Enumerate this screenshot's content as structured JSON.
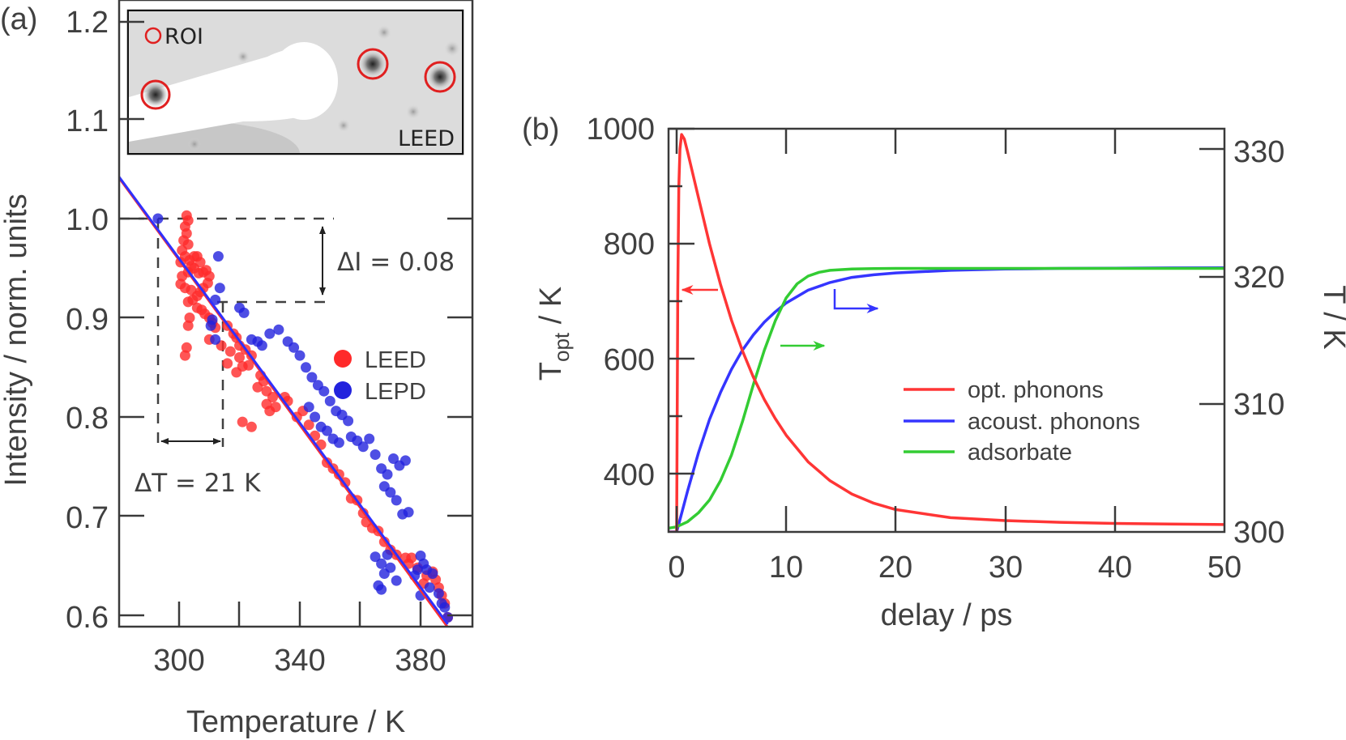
{
  "chart_data": [
    {
      "panel": "(a)",
      "type": "scatter",
      "title": "",
      "xlabel": "Temperature / K",
      "ylabel": "Intensity / norm. units",
      "xlim": [
        277,
        389
      ],
      "ylim": [
        0.588,
        1.22
      ],
      "xticks": [
        300,
        340,
        380
      ],
      "xticks_minor": [
        320,
        360
      ],
      "yticks": [
        0.6,
        0.7,
        0.8,
        0.9,
        1.0,
        1.1,
        1.2
      ],
      "ytick_labels": [
        "0.6",
        "0.7",
        "0.8",
        "0.9",
        "1.0",
        "1.1",
        "1.2"
      ],
      "grid": false,
      "legend_position": "right-middle",
      "series": [
        {
          "name": "LEED",
          "kind": "scatter",
          "color": "#ff2a2a",
          "points": [
            [
              302.5,
              1.003
            ],
            [
              303,
              0.998
            ],
            [
              302,
              0.992
            ],
            [
              302.5,
              0.985
            ],
            [
              301.5,
              0.978
            ],
            [
              303,
              0.974
            ],
            [
              301,
              0.968
            ],
            [
              302,
              0.962
            ],
            [
              303.5,
              0.958
            ],
            [
              300.5,
              0.956
            ],
            [
              304,
              0.952
            ],
            [
              305,
              0.962
            ],
            [
              306,
              0.962
            ],
            [
              307,
              0.956
            ],
            [
              305,
              0.95
            ],
            [
              303,
              0.946
            ],
            [
              301,
              0.942
            ],
            [
              306.5,
              0.945
            ],
            [
              308,
              0.946
            ],
            [
              309,
              0.948
            ],
            [
              310,
              0.942
            ],
            [
              309.5,
              0.935
            ],
            [
              308,
              0.93
            ],
            [
              307,
              0.926
            ],
            [
              306,
              0.922
            ],
            [
              304,
              0.928
            ],
            [
              302,
              0.93
            ],
            [
              300.5,
              0.934
            ],
            [
              303,
              0.916
            ],
            [
              304.5,
              0.918
            ],
            [
              306,
              0.91
            ],
            [
              307.5,
              0.908
            ],
            [
              308.5,
              0.904
            ],
            [
              310,
              0.9
            ],
            [
              311,
              0.895
            ],
            [
              312,
              0.89
            ],
            [
              303.5,
              0.9
            ],
            [
              303,
              0.892
            ],
            [
              302.5,
              0.87
            ],
            [
              302,
              0.862
            ],
            [
              314,
              0.872
            ],
            [
              316,
              0.892
            ],
            [
              318,
              0.884
            ],
            [
              319,
              0.88
            ],
            [
              320,
              0.872
            ],
            [
              322,
              0.868
            ],
            [
              317,
              0.866
            ],
            [
              316,
              0.854
            ],
            [
              320,
              0.86
            ],
            [
              321,
              0.851
            ],
            [
              323,
              0.852
            ],
            [
              319,
              0.845
            ],
            [
              324,
              0.862
            ],
            [
              327,
              0.842
            ],
            [
              328,
              0.836
            ],
            [
              326,
              0.83
            ],
            [
              329,
              0.826
            ],
            [
              331,
              0.82
            ],
            [
              329,
              0.813
            ],
            [
              330,
              0.806
            ],
            [
              332,
              0.81
            ],
            [
              335,
              0.82
            ],
            [
              336,
              0.816
            ],
            [
              339,
              0.8
            ],
            [
              341,
              0.806
            ],
            [
              343,
              0.792
            ],
            [
              345,
              0.781
            ],
            [
              347,
              0.772
            ],
            [
              349,
              0.754
            ],
            [
              351,
              0.748
            ],
            [
              353,
              0.742
            ],
            [
              355,
              0.734
            ],
            [
              357,
              0.718
            ],
            [
              359,
              0.716
            ],
            [
              361,
              0.703
            ],
            [
              362,
              0.694
            ],
            [
              364,
              0.688
            ],
            [
              366,
              0.685
            ],
            [
              368,
              0.674
            ],
            [
              370,
              0.666
            ],
            [
              372,
              0.661
            ],
            [
              375,
              0.658
            ],
            [
              376,
              0.652
            ],
            [
              377,
              0.658
            ],
            [
              379,
              0.648
            ],
            [
              381,
              0.632
            ],
            [
              382,
              0.64
            ],
            [
              384,
              0.644
            ],
            [
              385,
              0.636
            ],
            [
              386,
              0.628
            ],
            [
              387,
              0.62
            ],
            [
              388,
              0.612
            ],
            [
              389,
              0.598
            ],
            [
              321,
              0.795
            ],
            [
              324,
              0.79
            ],
            [
              310,
              0.878
            ]
          ]
        },
        {
          "name": "LEPD",
          "kind": "scatter",
          "color": "#2222dd",
          "points": [
            [
              293,
              1.0
            ],
            [
              313,
              0.962
            ],
            [
              313.5,
              0.93
            ],
            [
              312,
              0.918
            ],
            [
              320,
              0.91
            ],
            [
              321.5,
              0.905
            ],
            [
              311,
              0.898
            ],
            [
              310.5,
              0.892
            ],
            [
              312,
              0.878
            ],
            [
              324,
              0.878
            ],
            [
              326,
              0.876
            ],
            [
              327.5,
              0.872
            ],
            [
              330,
              0.884
            ],
            [
              333,
              0.888
            ],
            [
              336,
              0.876
            ],
            [
              338,
              0.87
            ],
            [
              340,
              0.862
            ],
            [
              342,
              0.85
            ],
            [
              344,
              0.84
            ],
            [
              346,
              0.832
            ],
            [
              348,
              0.826
            ],
            [
              350,
              0.816
            ],
            [
              352,
              0.806
            ],
            [
              354,
              0.802
            ],
            [
              356,
              0.796
            ],
            [
              357,
              0.78
            ],
            [
              359,
              0.776
            ],
            [
              361,
              0.77
            ],
            [
              363,
              0.778
            ],
            [
              365,
              0.762
            ],
            [
              367,
              0.748
            ],
            [
              369,
              0.742
            ],
            [
              371,
              0.758
            ],
            [
              373,
              0.751
            ],
            [
              375,
              0.756
            ],
            [
              368,
              0.73
            ],
            [
              370,
              0.724
            ],
            [
              372,
              0.716
            ],
            [
              374,
              0.702
            ],
            [
              376,
              0.704
            ],
            [
              365,
              0.659
            ],
            [
              367,
              0.652
            ],
            [
              368,
              0.642
            ],
            [
              369,
              0.661
            ],
            [
              370,
              0.648
            ],
            [
              372,
              0.635
            ],
            [
              366,
              0.63
            ],
            [
              367,
              0.626
            ],
            [
              378,
              0.64
            ],
            [
              379,
              0.646
            ],
            [
              380,
              0.66
            ],
            [
              381,
              0.652
            ],
            [
              382,
              0.646
            ],
            [
              383,
              0.628
            ],
            [
              384,
              0.642
            ],
            [
              386,
              0.622
            ],
            [
              387,
              0.612
            ],
            [
              388,
              0.608
            ],
            [
              389,
              0.598
            ],
            [
              380,
              0.62
            ],
            [
              343,
              0.81
            ],
            [
              345,
              0.8
            ],
            [
              347,
              0.79
            ],
            [
              349,
              0.786
            ],
            [
              351,
              0.778
            ],
            [
              353,
              0.774
            ]
          ]
        },
        {
          "name": "LEED fit",
          "kind": "line",
          "color": "#ff3030",
          "x": [
            277,
            389
          ],
          "y": [
            1.054,
            0.588
          ]
        },
        {
          "name": "LEPD fit",
          "kind": "line",
          "color": "#3030ff",
          "x": [
            277,
            389
          ],
          "y": [
            1.055,
            0.591
          ]
        }
      ],
      "annotations": [
        {
          "text": "ΔI = 0.08",
          "type": "vertical-double-arrow",
          "from": 1.0,
          "to": 0.916
        },
        {
          "text": "ΔT = 21 K",
          "type": "horizontal-double-arrow",
          "from": 293,
          "to": 314
        },
        {
          "text": "LEED",
          "type": "inset-label"
        },
        {
          "text": "ROI",
          "type": "inset-legend"
        }
      ],
      "reference_lines": {
        "h": [
          {
            "y": 1.0,
            "x_from": 277,
            "x_to": 347
          },
          {
            "y": 0.916,
            "x_from": 314,
            "x_to": 347
          }
        ],
        "v": [
          {
            "x": 293,
            "y_from": 1.0,
            "y_to": 0.77
          },
          {
            "x": 314,
            "y_from": 0.916,
            "y_to": 0.77
          }
        ]
      }
    },
    {
      "panel": "(b)",
      "type": "line",
      "title": "",
      "xlabel": "delay / ps",
      "ylabel_left": "T_opt / K",
      "ylabel_right": "T / K",
      "xlim": [
        -0.7,
        50
      ],
      "ylim_left": [
        300,
        1000
      ],
      "ylim_right": [
        300,
        331.5
      ],
      "xticks": [
        0,
        10,
        20,
        30,
        40,
        50
      ],
      "yticks_left": [
        400,
        600,
        800,
        1000
      ],
      "yticks_left_minor": [
        500,
        700,
        900
      ],
      "yticks_right": [
        300,
        310,
        320,
        330
      ],
      "grid": false,
      "legend_position": "center-right",
      "series": [
        {
          "name": "opt. phonons",
          "axis": "left",
          "color": "#ff3535",
          "x": [
            -0.7,
            0,
            0.1,
            0.2,
            0.3,
            0.45,
            0.7,
            1,
            2,
            3,
            4,
            5,
            6,
            7,
            8,
            9,
            10,
            12,
            14,
            16,
            18,
            20,
            25,
            30,
            35,
            40,
            45,
            50
          ],
          "y": [
            300,
            300,
            720,
            900,
            965,
            990,
            982,
            960,
            880,
            800,
            730,
            668,
            615,
            569,
            530,
            497,
            468,
            422,
            389,
            366,
            350,
            339,
            325,
            320,
            317,
            315,
            314,
            313
          ]
        },
        {
          "name": "acoust. phonons",
          "axis": "right",
          "color": "#3535ff",
          "x": [
            -0.7,
            0,
            0.5,
            1,
            2,
            3,
            4,
            5,
            6,
            7,
            8,
            9,
            10,
            12,
            14,
            16,
            18,
            20,
            25,
            30,
            35,
            40,
            45,
            50
          ],
          "y": [
            300,
            300,
            301.6,
            303.2,
            306.2,
            308.8,
            310.9,
            312.7,
            314.2,
            315.4,
            316.4,
            317.2,
            317.9,
            318.9,
            319.5,
            319.9,
            320.1,
            320.25,
            320.45,
            320.55,
            320.6,
            320.62,
            320.64,
            320.65
          ]
        },
        {
          "name": "adsorbate",
          "axis": "right",
          "color": "#33cc33",
          "x": [
            -0.7,
            0,
            1,
            2,
            3,
            4,
            5,
            6,
            7,
            8,
            9,
            10,
            11,
            12,
            13,
            14,
            16,
            18,
            20,
            25,
            30,
            40,
            50
          ],
          "y": [
            300.3,
            300.4,
            300.8,
            301.5,
            302.5,
            304,
            306,
            308.6,
            311.5,
            314.2,
            316.5,
            318.3,
            319.4,
            320.0,
            320.3,
            320.45,
            320.55,
            320.58,
            320.6,
            320.6,
            320.6,
            320.6,
            320.6
          ]
        }
      ],
      "annotations": [
        {
          "type": "arrow-left",
          "color": "#ff3535",
          "meaning": "opt. phonons read on left axis"
        },
        {
          "type": "arrow-right-elbow",
          "color": "#3535ff",
          "meaning": "acoust. phonons read on right axis"
        },
        {
          "type": "arrow-right",
          "color": "#33cc33",
          "meaning": "adsorbate read on right axis"
        }
      ]
    }
  ],
  "panel_a": {
    "label": "(a)",
    "xlabel": "Temperature / K",
    "ylabel": "Intensity / norm. units",
    "ytick_labels": [
      "1.2",
      "1.1",
      "1.0",
      "0.9",
      "0.8",
      "0.7",
      "0.6"
    ],
    "xtick_labels": [
      "300",
      "340",
      "380"
    ],
    "legend": [
      {
        "label": "LEED",
        "color": "#ff2a2a"
      },
      {
        "label": "LEPD",
        "color": "#2222dd"
      }
    ],
    "annot_dI": "ΔI = 0.08",
    "annot_dT": "ΔT = 21 K",
    "inset": {
      "roi_label": "ROI",
      "image_label": "LEED",
      "roi_color": "#e02020"
    }
  },
  "panel_b": {
    "label": "(b)",
    "xlabel": "delay / ps",
    "ylabel_left_main": "T",
    "ylabel_left_sub": "opt",
    "ylabel_left_tail": " / K",
    "ylabel_right": "T / K",
    "xtick_labels": [
      "0",
      "10",
      "20",
      "30",
      "40",
      "50"
    ],
    "ytick_left_labels": [
      "1000",
      "800",
      "600",
      "400"
    ],
    "ytick_right_labels": [
      "330",
      "320",
      "310",
      "300"
    ],
    "legend": [
      {
        "label": "opt. phonons",
        "color": "#ff3535"
      },
      {
        "label": "acoust. phonons",
        "color": "#3535ff"
      },
      {
        "label": "adsorbate",
        "color": "#33cc33"
      }
    ]
  }
}
